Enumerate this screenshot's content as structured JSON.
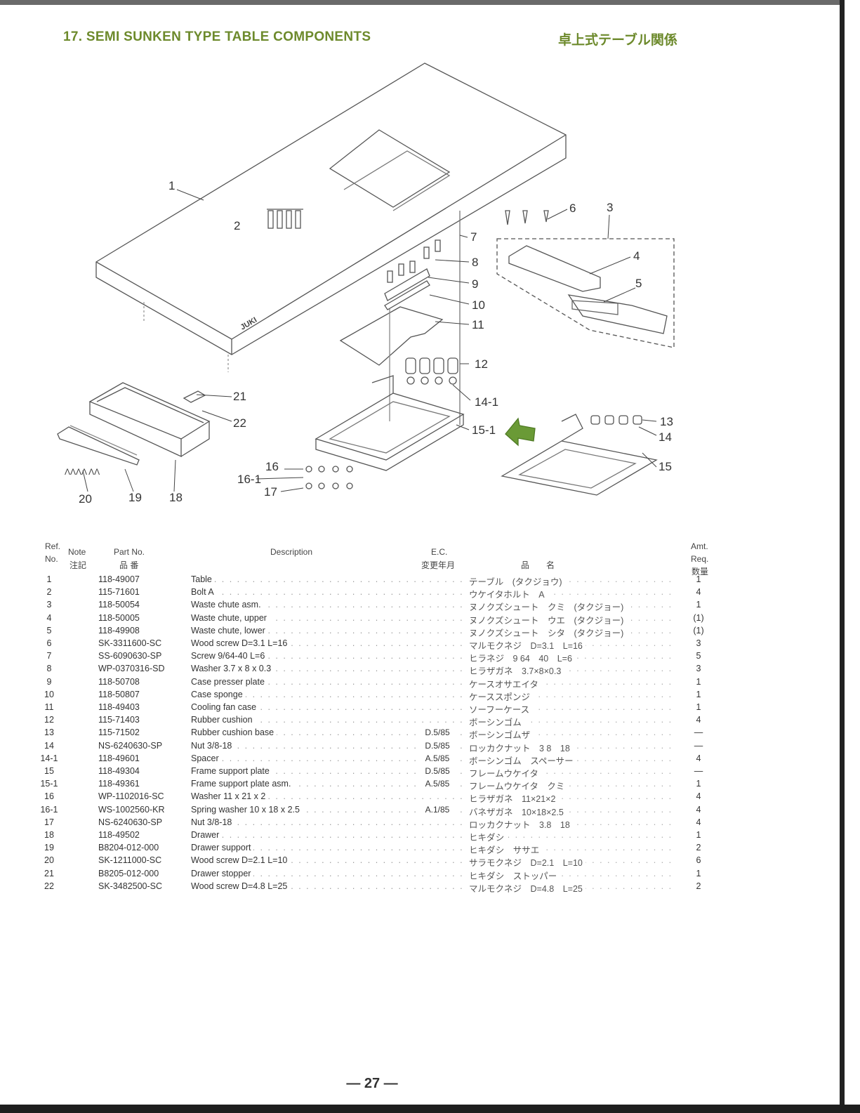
{
  "header": {
    "title": "17. SEMI SUNKEN TYPE TABLE COMPONENTS",
    "title_jp": "卓上式テーブル関係"
  },
  "diagram": {
    "callouts": [
      "1",
      "2",
      "3",
      "4",
      "5",
      "6",
      "7",
      "8",
      "9",
      "10",
      "11",
      "12",
      "13",
      "14",
      "14-1",
      "15",
      "15-1",
      "16",
      "16-1",
      "17",
      "18",
      "19",
      "20",
      "21",
      "22"
    ],
    "brand": "JUKI"
  },
  "columns": {
    "ref": "Ref.",
    "no": "No.",
    "note": "Note",
    "note_jp": "注記",
    "part": "Part No.",
    "part_jp": "品 番",
    "desc": "Description",
    "ec": "E.C.",
    "ec_jp": "変更年月",
    "name_jp": "品　　名",
    "amt": "Amt.",
    "req": "Req.",
    "amt_jp": "数量"
  },
  "parts": [
    {
      "ref": "1",
      "part": "118-49007",
      "desc": "Table",
      "ec": "",
      "jp": "テーブル　(タクジョウ)",
      "amt": "1"
    },
    {
      "ref": "2",
      "part": "115-71601",
      "desc": "Bolt A",
      "ec": "",
      "jp": "ウケイタホルト　A",
      "amt": "4"
    },
    {
      "ref": "3",
      "part": "118-50054",
      "desc": "Waste chute asm.",
      "ec": "",
      "jp": "ヌノクズシュート　クミ　(タクジョー)",
      "amt": "1"
    },
    {
      "ref": "4",
      "part": "118-50005",
      "desc": "Waste chute, upper",
      "ec": "",
      "jp": "ヌノクズシュート　ウエ　(タクジョー)",
      "amt": "(1)"
    },
    {
      "ref": "5",
      "part": "118-49908",
      "desc": "Waste chute, lower",
      "ec": "",
      "jp": "ヌノクズシュート　シタ　(タクジョー)",
      "amt": "(1)"
    },
    {
      "ref": "6",
      "part": "SK-3311600-SC",
      "desc": "Wood screw D=3.1 L=16",
      "ec": "",
      "jp": "マルモクネジ　D=3.1　L=16",
      "amt": "3"
    },
    {
      "ref": "7",
      "part": "SS-6090630-SP",
      "desc": "Screw 9/64-40 L=6",
      "ec": "",
      "jp": "ヒラネジ　9 64　40　L=6",
      "amt": "5"
    },
    {
      "ref": "8",
      "part": "WP-0370316-SD",
      "desc": "Washer 3.7 x 8 x 0.3",
      "ec": "",
      "jp": "ヒラザガネ　3.7×8×0.3",
      "amt": "3"
    },
    {
      "ref": "9",
      "part": "118-50708",
      "desc": "Case presser plate",
      "ec": "",
      "jp": "ケースオサエイタ",
      "amt": "1"
    },
    {
      "ref": "10",
      "part": "118-50807",
      "desc": "Case sponge",
      "ec": "",
      "jp": "ケーススポンジ",
      "amt": "1"
    },
    {
      "ref": "11",
      "part": "118-49403",
      "desc": "Cooling fan case",
      "ec": "",
      "jp": "ソーフーケース",
      "amt": "1"
    },
    {
      "ref": "12",
      "part": "115-71403",
      "desc": "Rubber cushion",
      "ec": "",
      "jp": "ボーシンゴム",
      "amt": "4"
    },
    {
      "ref": "13",
      "part": "115-71502",
      "desc": "Rubber cushion base",
      "ec": "D.5/85",
      "jp": "ボーシンゴムザ",
      "amt": "—"
    },
    {
      "ref": "14",
      "part": "NS-6240630-SP",
      "desc": "Nut 3/8-18",
      "ec": "D.5/85",
      "jp": "ロッカクナット　3 8　18",
      "amt": "—"
    },
    {
      "ref": "14-1",
      "part": "118-49601",
      "desc": "Spacer",
      "ec": "A.5/85",
      "jp": "ボーシンゴム　スペーサー",
      "amt": "4"
    },
    {
      "ref": "15",
      "part": "118-49304",
      "desc": "Frame support plate",
      "ec": "D.5/85",
      "jp": "フレームウケイタ",
      "amt": "—"
    },
    {
      "ref": "15-1",
      "part": "118-49361",
      "desc": "Frame support plate asm.",
      "ec": "A.5/85",
      "jp": "フレームウケイタ　クミ",
      "amt": "1"
    },
    {
      "ref": "16",
      "part": "WP-1102016-SC",
      "desc": "Washer 11 x 21 x 2",
      "ec": "",
      "jp": "ヒラザガネ　11×21×2",
      "amt": "4"
    },
    {
      "ref": "16-1",
      "part": "WS-1002560-KR",
      "desc": "Spring washer 10 x 18 x 2.5",
      "ec": "A.1/85",
      "jp": "バネザガネ　10×18×2.5",
      "amt": "4"
    },
    {
      "ref": "17",
      "part": "NS-6240630-SP",
      "desc": "Nut 3/8-18",
      "ec": "",
      "jp": "ロッカクナット　3.8　18",
      "amt": "4"
    },
    {
      "ref": "18",
      "part": "118-49502",
      "desc": "Drawer",
      "ec": "",
      "jp": "ヒキダシ",
      "amt": "1"
    },
    {
      "ref": "19",
      "part": "B8204-012-000",
      "desc": "Drawer support",
      "ec": "",
      "jp": "ヒキダシ　ササエ",
      "amt": "2"
    },
    {
      "ref": "20",
      "part": "SK-1211000-SC",
      "desc": "Wood screw D=2.1 L=10",
      "ec": "",
      "jp": "サラモクネジ　D=2.1　L=10",
      "amt": "6"
    },
    {
      "ref": "21",
      "part": "B8205-012-000",
      "desc": "Drawer stopper",
      "ec": "",
      "jp": "ヒキダシ　ストッパー",
      "amt": "1"
    },
    {
      "ref": "22",
      "part": "SK-3482500-SC",
      "desc": "Wood screw D=4.8 L=25",
      "ec": "",
      "jp": "マルモクネジ　D=4.8　L=25",
      "amt": "2"
    }
  ],
  "footer": {
    "page": "— 27 —"
  }
}
